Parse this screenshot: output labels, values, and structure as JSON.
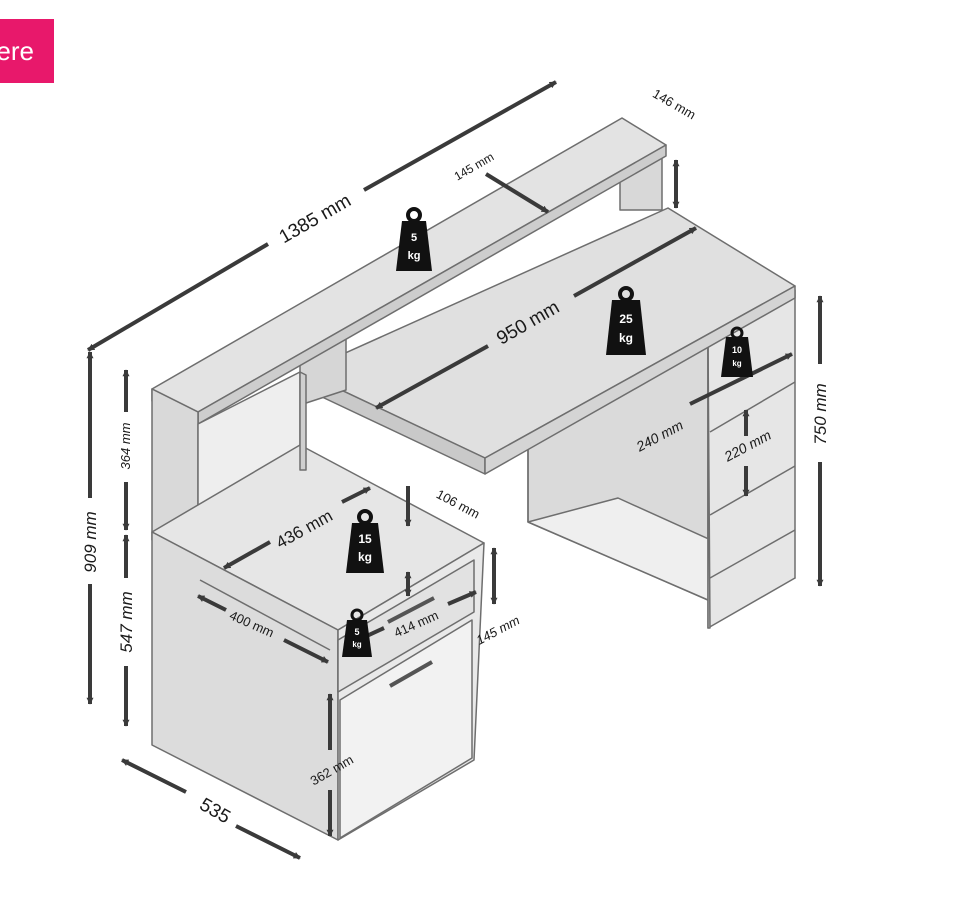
{
  "badge": {
    "label": "ere",
    "color": "#e8186b"
  },
  "colors": {
    "panel": "#e2e2e2",
    "panel_light": "#ececec",
    "panel_dark": "#cfcfcf",
    "edge": "#6e6e6e",
    "arrow": "#3a3a3a",
    "weight": "#111111"
  },
  "dimensions": {
    "total_width": "1385 mm",
    "shelf_depth": "145 mm",
    "shelf_height": "146 mm",
    "desk_width": "950 mm",
    "total_height": "909 mm",
    "upper_height": "364 mm",
    "lower_height": "547 mm",
    "desk_height": "750 mm",
    "compartment_depth": "240 mm",
    "compartment_height": "220 mm",
    "cabinet_top_width": "436 mm",
    "gap_height": "106 mm",
    "drawer_width": "400 mm",
    "drawer_depth": "414 mm",
    "drawer_height": "145 mm",
    "door_height": "362 mm",
    "total_depth": "535"
  },
  "weights": [
    {
      "value": "5",
      "unit": "kg"
    },
    {
      "value": "25",
      "unit": "kg"
    },
    {
      "value": "10",
      "unit": "kg"
    },
    {
      "value": "15",
      "unit": "kg"
    },
    {
      "value": "5",
      "unit": "kg"
    }
  ]
}
